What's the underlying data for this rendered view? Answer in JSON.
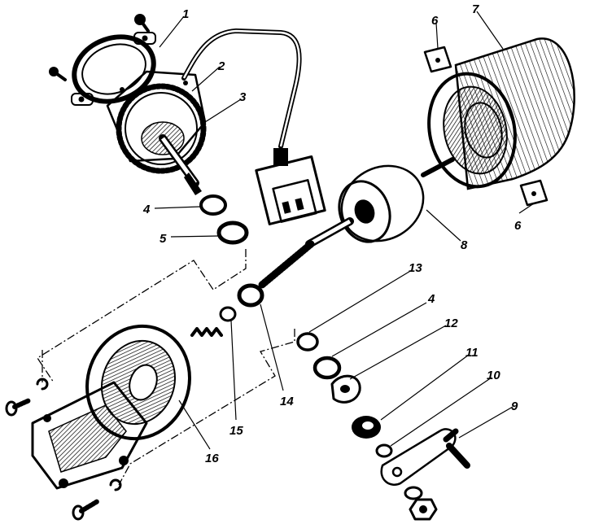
{
  "labels": {
    "l1": "1",
    "l2": "2",
    "l3": "3",
    "l4a": "4",
    "l4b": "4",
    "l5": "5",
    "l6a": "6",
    "l6b": "6",
    "l7": "7",
    "l8": "8",
    "l9": "9",
    "l10": "10",
    "l11": "11",
    "l12": "12",
    "l13": "13",
    "l14": "14",
    "l15": "15",
    "l16": "16"
  }
}
